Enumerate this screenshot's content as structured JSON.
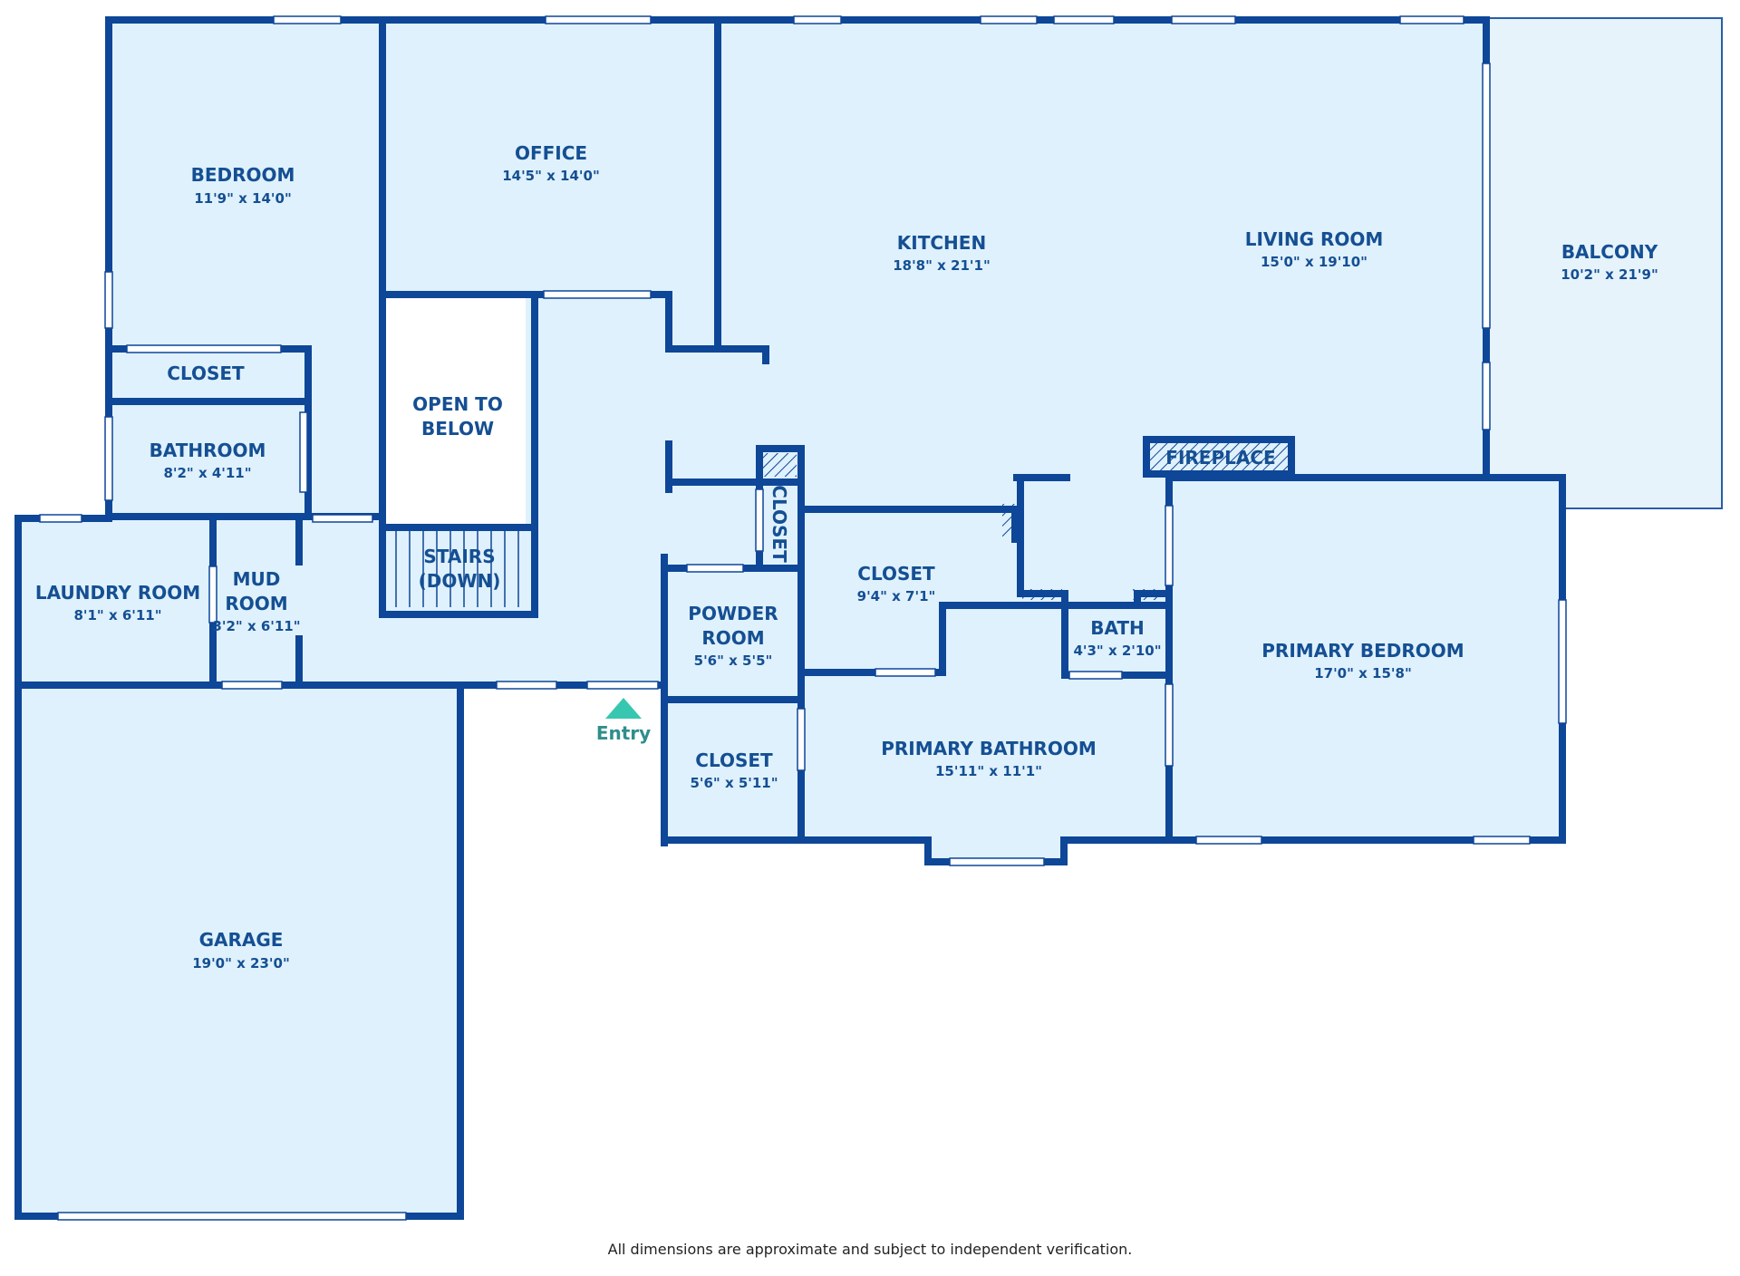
{
  "colors": {
    "wall": "#0e4698",
    "floor": "#dff1fc",
    "balcony": "#e6f3fb",
    "label": "#154f93",
    "window": "#ffffff",
    "entry": "#37c7b0"
  },
  "rooms": {
    "bedroom": {
      "name": "BEDROOM",
      "dims": "11'9\" x 14'0\""
    },
    "office": {
      "name": "OFFICE",
      "dims": "14'5\" x 14'0\""
    },
    "kitchen": {
      "name": "KITCHEN",
      "dims": "18'8\" x 21'1\""
    },
    "living_room": {
      "name": "LIVING ROOM",
      "dims": "15'0\" x 19'10\""
    },
    "balcony": {
      "name": "BALCONY",
      "dims": "10'2\" x 21'9\""
    },
    "closet_bedroom": {
      "name": "CLOSET"
    },
    "open_to_below": {
      "line1": "OPEN TO",
      "line2": "BELOW"
    },
    "bathroom": {
      "name": "BATHROOM",
      "dims": "8'2\" x 4'11\""
    },
    "fireplace": {
      "name": "FIREPLACE"
    },
    "closet_hall": {
      "name": "CLOSET"
    },
    "stairs": {
      "line1": "STAIRS",
      "line2": "(DOWN)"
    },
    "laundry_room": {
      "name": "LAUNDRY ROOM",
      "dims": "8'1\" x 6'11\""
    },
    "mud_room": {
      "line1": "MUD",
      "line2": "ROOM",
      "dims": "3'2\" x 6'11\""
    },
    "closet_middle": {
      "name": "CLOSET",
      "dims": "9'4\" x 7'1\""
    },
    "powder_room": {
      "line1": "POWDER",
      "line2": "ROOM",
      "dims": "5'6\" x 5'5\""
    },
    "bath": {
      "name": "BATH",
      "dims": "4'3\" x 2'10\""
    },
    "primary_bedroom": {
      "name": "PRIMARY BEDROOM",
      "dims": "17'0\" x 15'8\""
    },
    "closet_lower": {
      "name": "CLOSET",
      "dims": "5'6\" x 5'11\""
    },
    "primary_bathroom": {
      "name": "PRIMARY BATHROOM",
      "dims": "15'11\" x 11'1\""
    },
    "garage": {
      "name": "GARAGE",
      "dims": "19'0\" x 23'0\""
    }
  },
  "entry": {
    "label": "Entry"
  },
  "footer": {
    "disclaimer": "All dimensions are approximate and subject to independent verification."
  }
}
